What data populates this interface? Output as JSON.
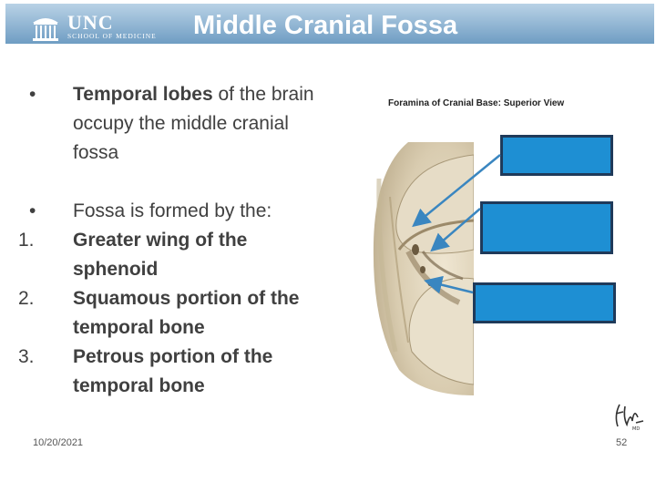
{
  "header": {
    "logo_name": "UNC",
    "logo_subtitle": "SCHOOL OF MEDICINE",
    "title": "Middle Cranial Fossa",
    "bg_color_top": "#b9d2e6",
    "bg_color_bottom": "#6f9dc3"
  },
  "content": {
    "bullet1_marker": "•",
    "bullet1_bold": "Temporal lobes",
    "bullet1_rest": " of the brain occupy the middle cranial fossa",
    "bullet2_marker": "•",
    "bullet2_text": "Fossa is formed by the:",
    "items": [
      {
        "marker": "1.",
        "text": "Greater wing of the sphenoid"
      },
      {
        "marker": "2.",
        "text": "Squamous portion of the temporal bone"
      },
      {
        "marker": "3.",
        "text": "Petrous portion of the temporal bone"
      }
    ]
  },
  "figure": {
    "caption": "Foramina of Cranial Base: Superior View",
    "label_box_color": "#1e8fd3",
    "arrow_color": "#3a86c0",
    "signature_icon": "netter-signature"
  },
  "footer": {
    "date": "10/20/2021",
    "page_number": "52"
  }
}
